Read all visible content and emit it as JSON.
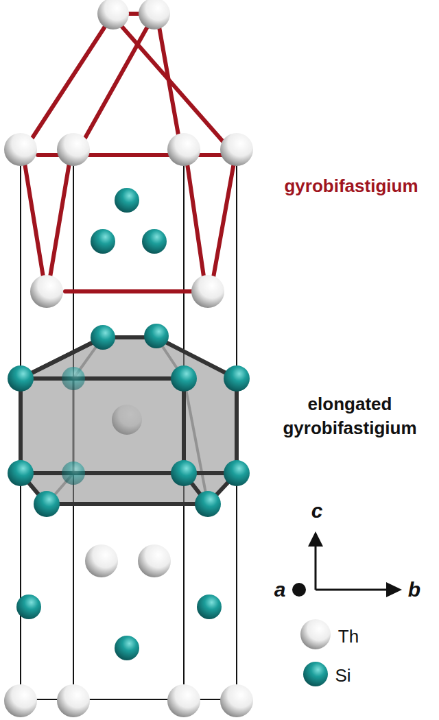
{
  "diagram": {
    "labels": [
      "gyrobifastigium",
      "elongated gyrobifastigium",
      "c",
      "a",
      "b"
    ],
    "legend": [
      {
        "text": "Th"
      },
      {
        "text": "Si"
      }
    ]
  }
}
